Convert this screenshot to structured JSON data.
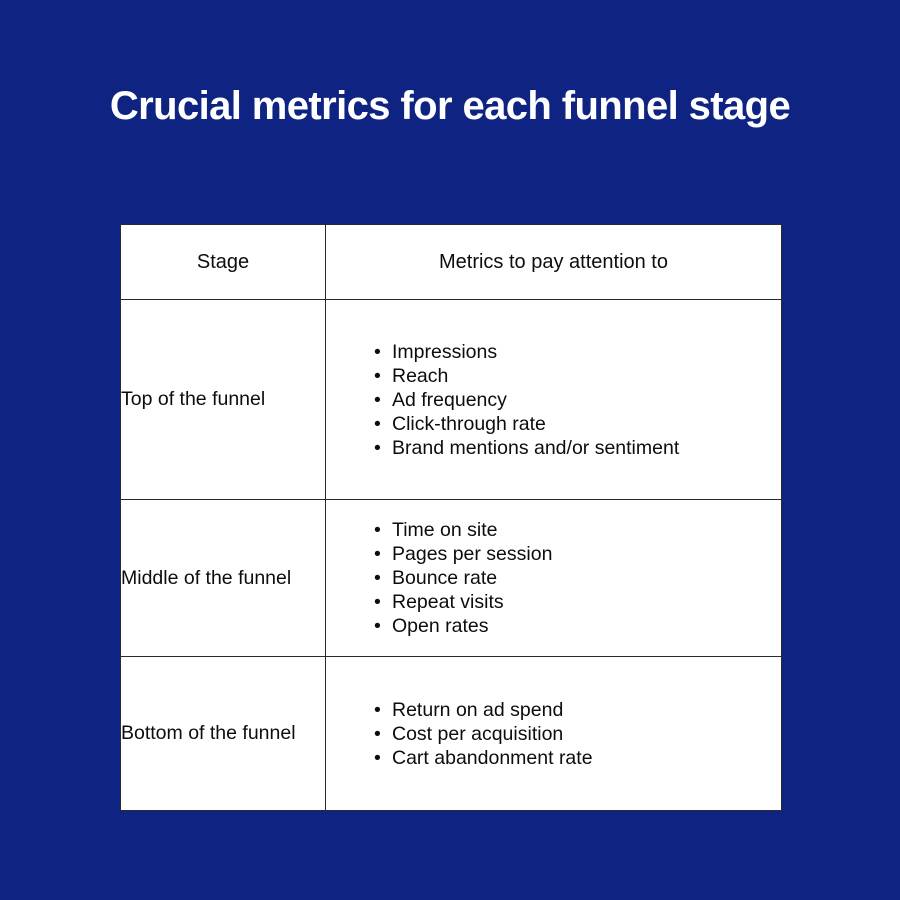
{
  "slide": {
    "background_color": "#0E2382",
    "title": "Crucial metrics for each funnel stage"
  },
  "table": {
    "headers": {
      "stage": "Stage",
      "metrics": "Metrics to pay attention to"
    },
    "bullet_glyph": "•",
    "rows": [
      {
        "stage": "Top of the funnel",
        "metrics": [
          "Impressions",
          "Reach",
          "Ad frequency",
          "Click-through rate",
          "Brand mentions and/or sentiment"
        ]
      },
      {
        "stage": "Middle of the funnel",
        "metrics": [
          "Time on site",
          "Pages per session",
          "Bounce rate",
          "Repeat visits",
          "Open rates"
        ]
      },
      {
        "stage": "Bottom of the funnel",
        "metrics": [
          "Return on ad spend",
          "Cost per acquisition",
          "Cart abandonment rate"
        ]
      }
    ]
  }
}
